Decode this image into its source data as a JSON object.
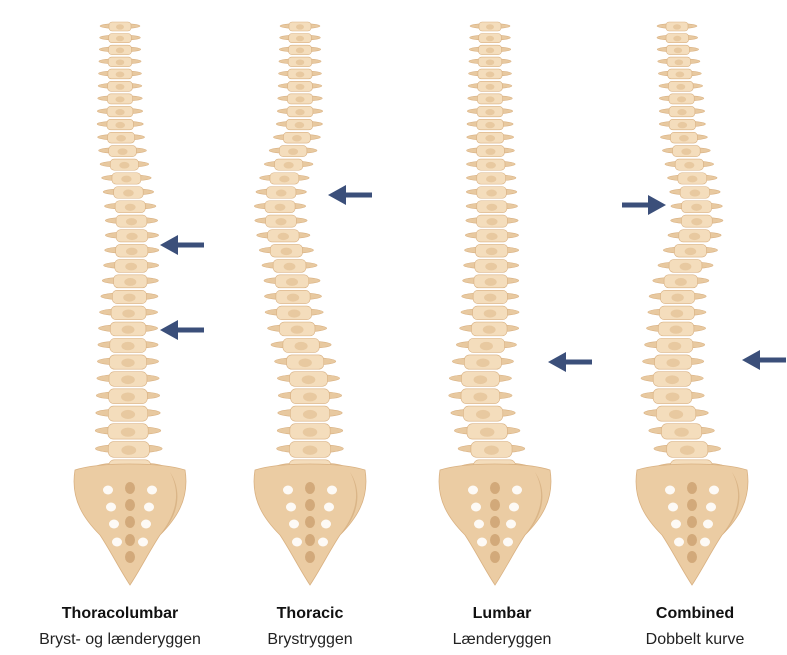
{
  "colors": {
    "bone": "#f4ddbc",
    "bone_shadow": "#e8c9a0",
    "bone_edge": "#d9b182",
    "sacrum": "#ebcca3",
    "sacrum_dark": "#c99d6c",
    "arrow": "#3b4f7a"
  },
  "panels": [
    {
      "title": "Thoracolumbar",
      "subtitle": "Bryst- og lænderyggen",
      "curve": "thoracolumbar",
      "arrows": [
        {
          "dir": "left-pointing"
        },
        {
          "dir": "left-pointing"
        }
      ]
    },
    {
      "title": "Thoracic",
      "subtitle": "Brystryggen",
      "curve": "thoracic",
      "arrows": [
        {
          "dir": "left-pointing"
        }
      ]
    },
    {
      "title": "Lumbar",
      "subtitle": "Lænderyggen",
      "curve": "lumbar",
      "arrows": [
        {
          "dir": "left-pointing"
        }
      ]
    },
    {
      "title": "Combined",
      "subtitle": "Dobbelt kurve",
      "curve": "double",
      "arrows": [
        {
          "dir": "right-pointing"
        },
        {
          "dir": "left-pointing"
        }
      ]
    }
  ]
}
